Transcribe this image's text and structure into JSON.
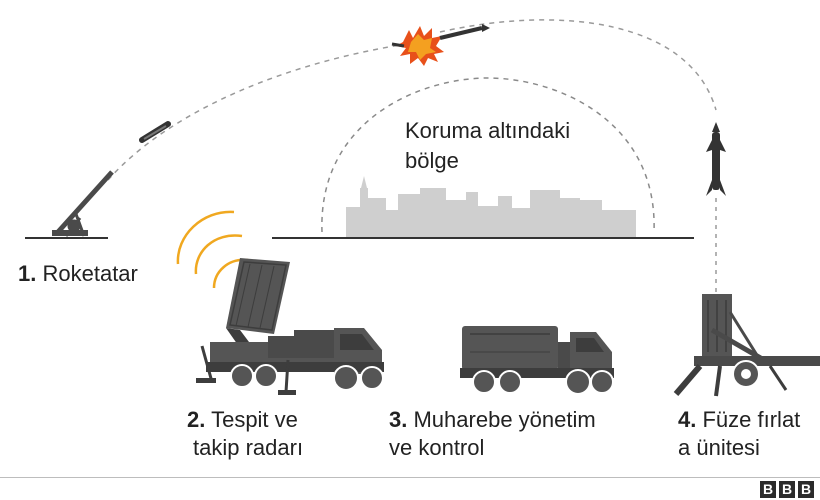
{
  "labels": {
    "zone": {
      "line1": "Koruma altındaki",
      "line2": "bölge"
    },
    "step1": {
      "num": "1.",
      "text": "Roketatar"
    },
    "step2": {
      "num": "2.",
      "line1": "Tespit ve",
      "line2": "takip radarı"
    },
    "step3": {
      "num": "3.",
      "line1": "Muharebe yönetim",
      "line2": "ve kontrol"
    },
    "step4": {
      "num": "4.",
      "line1": "Füze fırlat",
      "line2": "a ünitesi"
    }
  },
  "logo": {
    "letters": [
      "B",
      "B",
      "B"
    ]
  },
  "colors": {
    "vehicle": "#555555",
    "vehicle_dark": "#3d3d3d",
    "city": "#cfcfcf",
    "ground": "#333333",
    "dashed": "#9a9a9a",
    "radar_wave": "#f0a820",
    "explosion": "#e8501a",
    "text": "#222222"
  }
}
